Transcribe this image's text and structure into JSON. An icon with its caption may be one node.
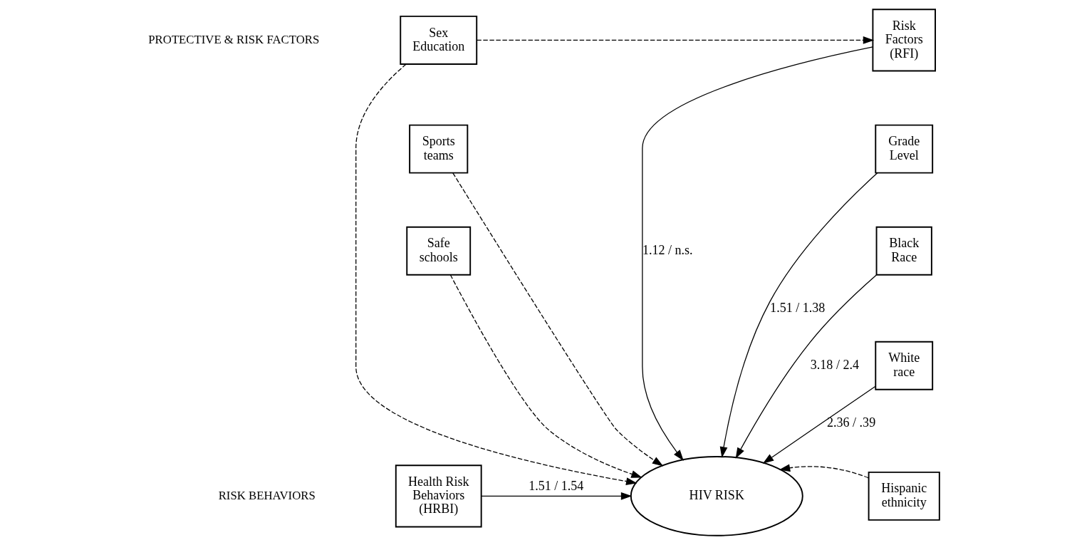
{
  "diagram": {
    "nodes": [
      {
        "text": [
          "Sex Education"
        ]
      },
      {
        "text": [
          "Risk Factors (RFI)"
        ]
      },
      {
        "text": [
          "Grade Level"
        ]
      },
      {
        "text": [
          "Sports teams"
        ]
      },
      {
        "text": [
          "Black Race"
        ]
      },
      {
        "text": [
          "Safe schools"
        ]
      },
      {
        "text": [
          "White race"
        ]
      },
      {
        "text": [
          "Health Risk Behaviors (HRBI)"
        ]
      },
      {
        "text": [
          "Hispanic ethnicity"
        ]
      },
      {
        "text": [
          "HIV RISK"
        ]
      }
    ],
    "edges": [
      {
        "from": 0,
        "to": 1,
        "arrow": "to",
        "style": "dashed"
      },
      {
        "from": 0,
        "to": 9,
        "arrow": "to",
        "style": "dashed"
      },
      {
        "from": 3,
        "to": 9,
        "arrow": "to",
        "style": "dashed"
      },
      {
        "from": 5,
        "to": 9,
        "arrow": "to",
        "style": "dashed"
      },
      {
        "from": 1,
        "to": 9,
        "arrow": "to",
        "label": "1.12 / n.s."
      },
      {
        "from": 2,
        "to": 9,
        "arrow": "to",
        "label": "1.51 / 1.38"
      },
      {
        "from": 4,
        "to": 9,
        "arrow": "to",
        "label": "3.18 / 2.4"
      },
      {
        "from": 6,
        "to": 9,
        "arrow": "to",
        "label": "2.36 / .39"
      },
      {
        "from": 8,
        "to": 9,
        "arrow": "to",
        "style": "dashed"
      },
      {
        "from": 7,
        "to": 9,
        "arrow": "to",
        "label": "1.51 / 1.54"
      }
    ],
    "labels": [
      "PROTECTIVE & RISK FACTORS",
      "RISK BEHAVIORS"
    ]
  }
}
